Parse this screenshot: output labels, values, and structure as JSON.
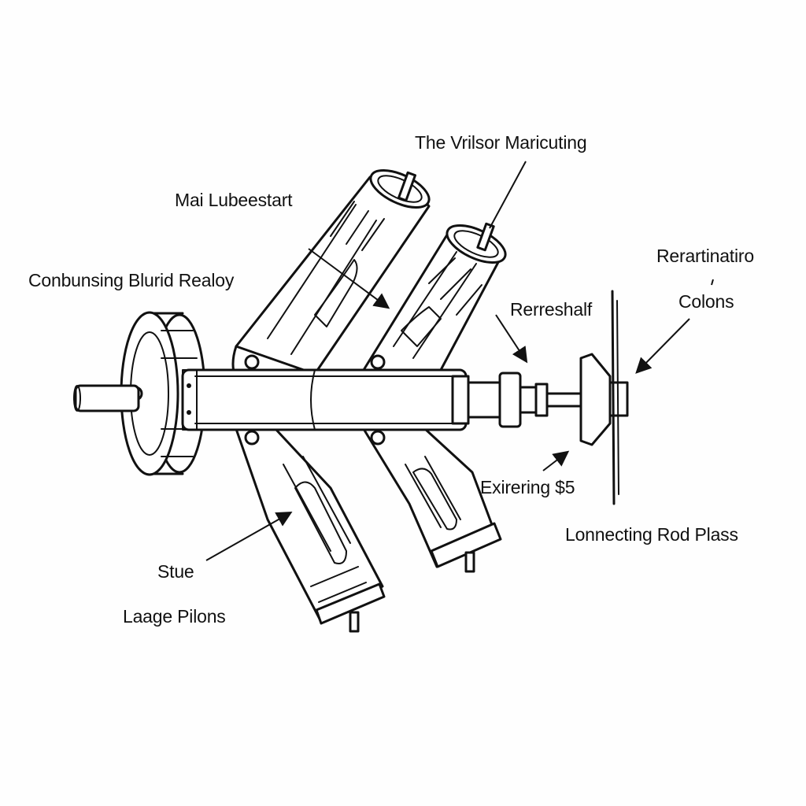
{
  "labels": {
    "top_callout": "The Vrilsor Maricuting",
    "mai_lubeestart": "Mai Lubeestart",
    "conbunsing": "Conbunsing Blurid Realoy",
    "rerartinatiro": "Rerartinatiro",
    "colons": "Colons",
    "rerreshalf": "Rerreshalf",
    "exirering": "Exirering $5",
    "connecting_rod": "Lonnecting Rod Plass",
    "stue": "Stue",
    "laage_pilons": "Laage Pilons"
  },
  "colors": {
    "ink": "#111111",
    "background": "#fefefe"
  }
}
